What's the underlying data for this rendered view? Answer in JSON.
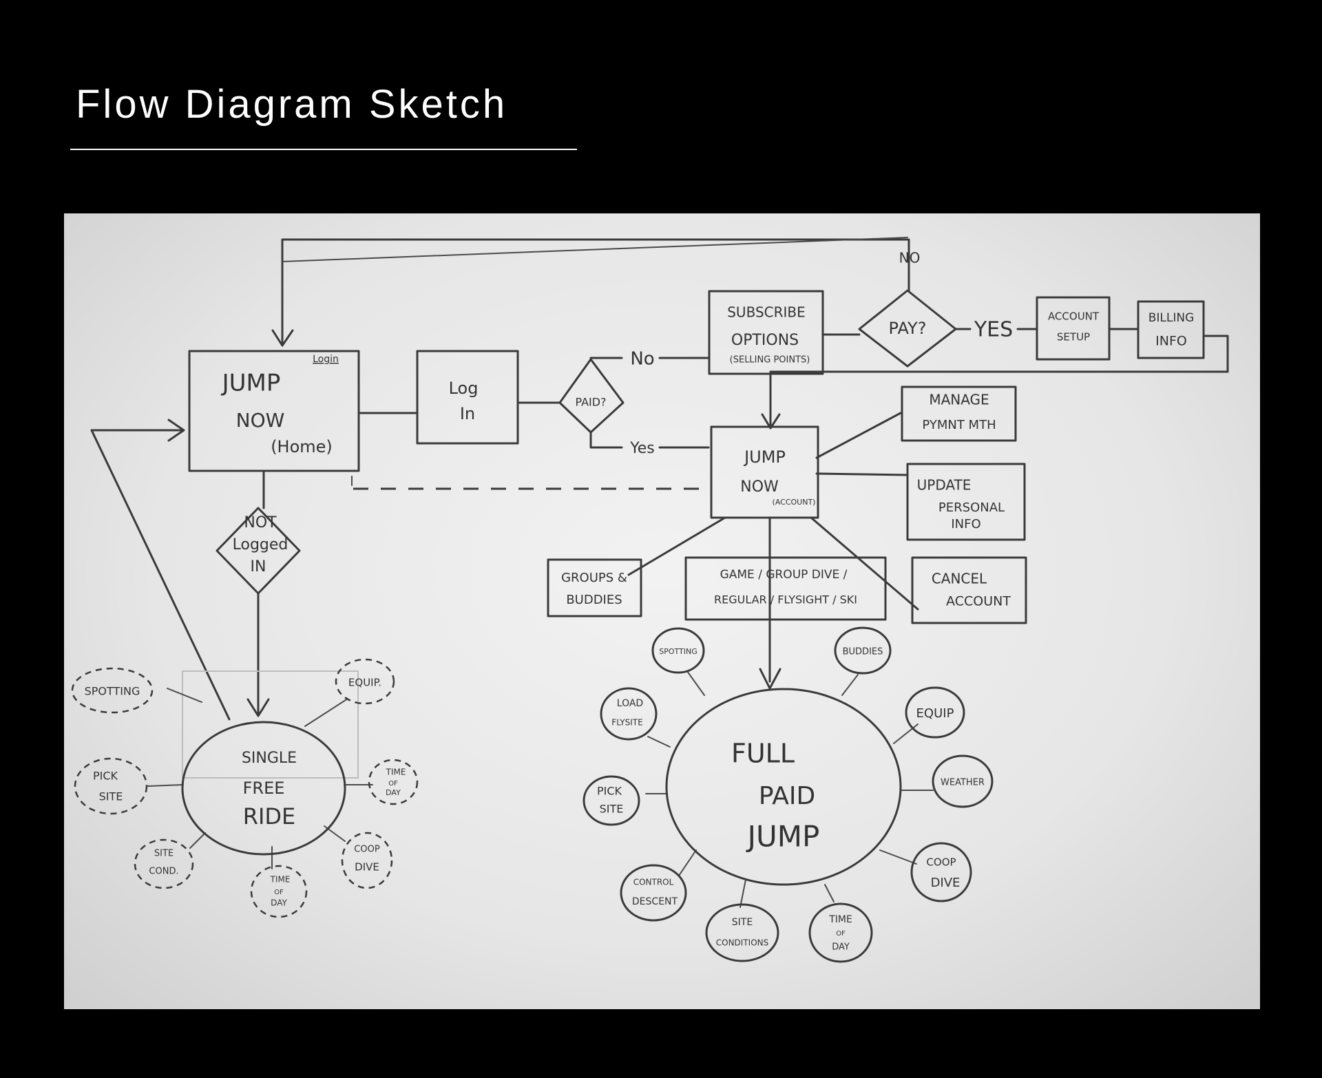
{
  "page": {
    "title": "Flow Diagram Sketch"
  },
  "diagram": {
    "nodes": {
      "jump_now_home": [
        "JUMP",
        "NOW",
        "(Home)"
      ],
      "login_tag": "Login",
      "log_in": [
        "Log",
        "In"
      ],
      "paid": "PAID?",
      "subscribe_options": [
        "SUBSCRIBE",
        "OPTIONS",
        "(SELLING POINTS)"
      ],
      "pay": "PAY?",
      "account_setup": [
        "ACCOUNT",
        "SETUP"
      ],
      "billing_info": [
        "BILLING",
        "INFO"
      ],
      "jump_now_account": [
        "JUMP",
        "NOW",
        "(ACCOUNT)"
      ],
      "manage_pymnt": [
        "MANAGE",
        "PYMNT MTH"
      ],
      "update_personal": [
        "UPDATE",
        "PERSONAL",
        "INFO"
      ],
      "cancel_account": [
        "CANCEL",
        "ACCOUNT"
      ],
      "groups_buddies": [
        "GROUPS &",
        "BUDDIES"
      ],
      "game_modes": [
        "GAME / GROUP DIVE /",
        "REGULAR / FLYSIGHT / SKI"
      ],
      "not_logged_in": [
        "NOT",
        "Logged",
        "IN"
      ],
      "single_free_ride": [
        "SINGLE",
        "FREE",
        "RIDE"
      ],
      "full_paid_jump": [
        "FULL",
        "PAID",
        "JUMP"
      ]
    },
    "edge_labels": {
      "no_top": "NO",
      "yes_pay": "YES",
      "no_paid": "No",
      "yes_paid": "Yes"
    },
    "free_bubbles": {
      "spotting": [
        "SPOTTING"
      ],
      "equip": [
        "EQUIP."
      ],
      "pick_site": [
        "PICK",
        "SITE"
      ],
      "time_of_day": [
        "TIME",
        "OF",
        "DAY"
      ],
      "site_cond": [
        "SITE",
        "COND."
      ],
      "time_of_day_2": [
        "TIME",
        "OF",
        "DAY"
      ],
      "coop_dive": [
        "COOP",
        "DIVE"
      ]
    },
    "paid_bubbles": {
      "spotting": [
        "SPOTTING"
      ],
      "buddies": [
        "BUDDIES"
      ],
      "load_flysite": [
        "LOAD",
        "FLYSITE"
      ],
      "equip": [
        "EQUIP"
      ],
      "weather": [
        "WEATHER"
      ],
      "pick_site": [
        "PICK",
        "SITE"
      ],
      "coop_dive": [
        "COOP",
        "DIVE"
      ],
      "control_descent": [
        "CONTROL",
        "DESCENT"
      ],
      "site_conditions": [
        "SITE",
        "CONDITIONS"
      ],
      "time_of_day": [
        "TIME",
        "OF",
        "DAY"
      ]
    }
  }
}
